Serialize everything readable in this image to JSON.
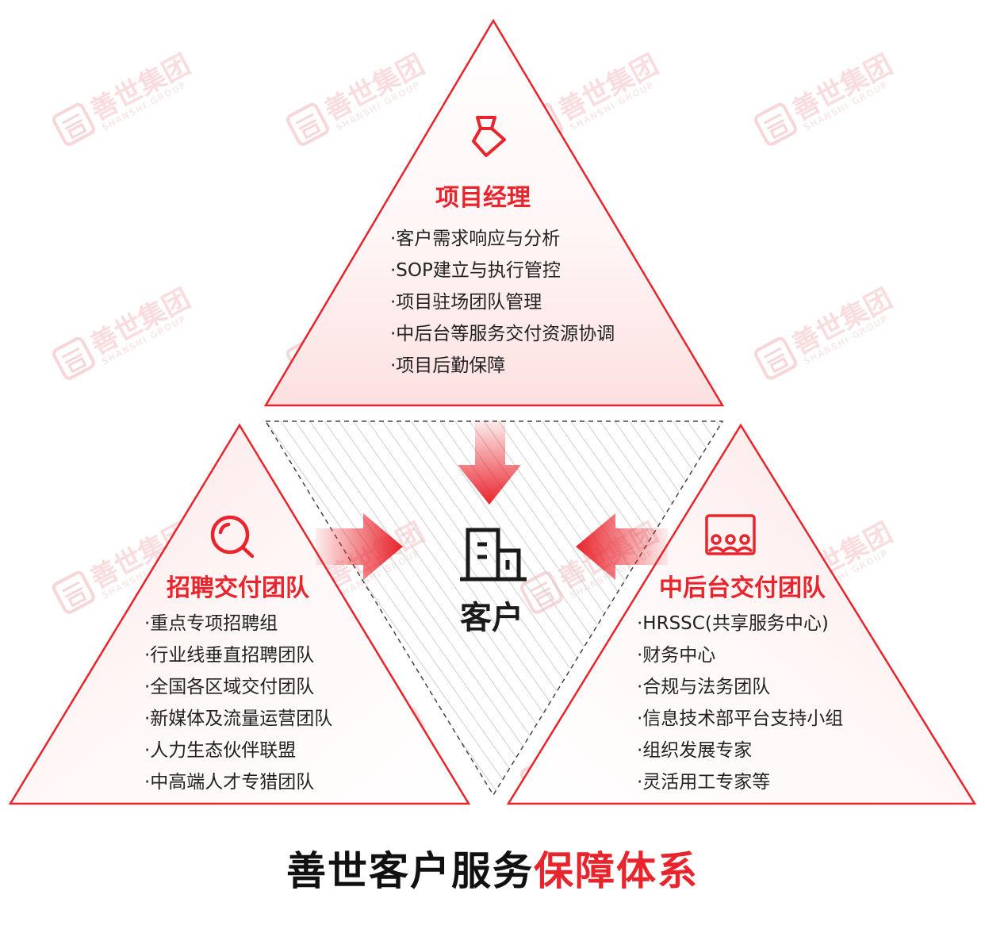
{
  "watermark": {
    "brand": "善世集团",
    "sub": "SHANSHI GROUP"
  },
  "top": {
    "icon": "tie-icon",
    "title": "项目经理",
    "items": [
      "·客户需求响应与分析",
      "·SOP建立与执行管控",
      "·项目驻场团队管理",
      "·中后台等服务交付资源协调",
      "·项目后勤保障"
    ]
  },
  "left": {
    "icon": "magnifier-icon",
    "title": "招聘交付团队",
    "items": [
      "·重点专项招聘组",
      "·行业线垂直招聘团队",
      "·全国各区域交付团队",
      "·新媒体及流量运营团队",
      "·人力生态伙伴联盟",
      "·中高端人才专猎团队"
    ]
  },
  "right": {
    "icon": "team-meeting-icon",
    "title": "中后台交付团队",
    "items": [
      "·HRSSC(共享服务中心)",
      "·财务中心",
      "·合规与法务团队",
      "·信息技术部平台支持小组",
      "·组织发展专家",
      "·灵活用工专家等"
    ]
  },
  "center": {
    "icon": "building-icon",
    "label": "客户"
  },
  "title": {
    "black": "善世客户服务",
    "red": "保障体系"
  },
  "colors": {
    "accent": "#e8242c",
    "text": "#222222"
  }
}
